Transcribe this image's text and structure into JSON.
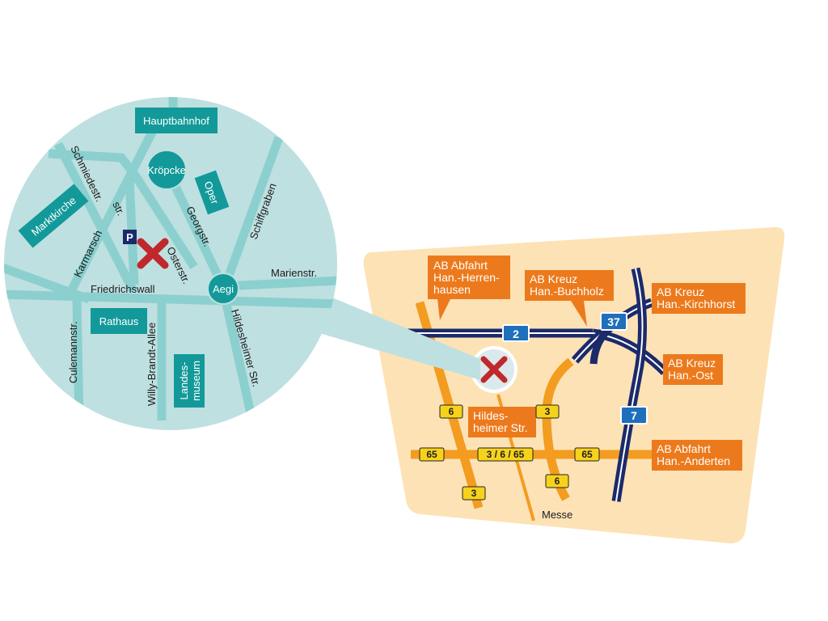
{
  "colors": {
    "circle_bg": "#bfe0e0",
    "street": "#8ccfcf",
    "teal": "#13999a",
    "red_marker": "#c0282b",
    "parking": "#1b2a6b",
    "area_bg": "#fde2b6",
    "orange_road": "#f39c1f",
    "label_orange": "#ec7a1c",
    "motorway": "#1b2a6b",
    "highway_yellow": "#f7d21b",
    "autobahn_blue": "#1f6fba"
  },
  "city_map": {
    "landmarks": {
      "hauptbahnhof": "Hauptbahnhof",
      "marktkirche": "Marktkirche",
      "oper": "Oper",
      "rathaus": "Rathaus",
      "landesmuseum_1": "Landes-",
      "landesmuseum_2": "museum"
    },
    "stations": {
      "kroepcke": "Kröpcke",
      "aegi": "Aegi"
    },
    "streets": {
      "schmiedestr": "Schmiedestr.",
      "str": "str.",
      "karmarsch": "Karmarsch",
      "georgstr": "Georgstr.",
      "osterstr": "Osterstr.",
      "schiffgraben": "Schiffgraben",
      "marienstr": "Marienstr.",
      "friedrichswall": "Friedrichswall",
      "culemannstr": "Culemannstr.",
      "willy_brandt": "Willy-Brandt-Allee",
      "hildesheimer": "Hildesheimer Str."
    },
    "parking_label": "P"
  },
  "region_map": {
    "labels": {
      "herrenhausen_1": "AB Abfahrt",
      "herrenhausen_2": "Han.-Herren-",
      "herrenhausen_3": "hausen",
      "buchholz_1": "AB Kreuz",
      "buchholz_2": "Han.-Buchholz",
      "kirchhorst_1": "AB Kreuz",
      "kirchhorst_2": "Han.-Kirchhorst",
      "ost_1": "AB Kreuz",
      "ost_2": "Han.-Ost",
      "anderten_1": "AB Abfahrt",
      "anderten_2": "Han.-Anderten",
      "hildesheimer_1": "Hildes-",
      "hildesheimer_2": "heimer Str."
    },
    "messe": "Messe",
    "autobahn_shields": {
      "a2": "2",
      "a37": "37",
      "a7": "7"
    },
    "road_shields": {
      "b6_top": "6",
      "b3_top": "3",
      "b65_left": "65",
      "b3665": "3 / 6 / 65",
      "b65_right": "65",
      "b3_bottom": "3",
      "b6_bottom": "6"
    }
  }
}
